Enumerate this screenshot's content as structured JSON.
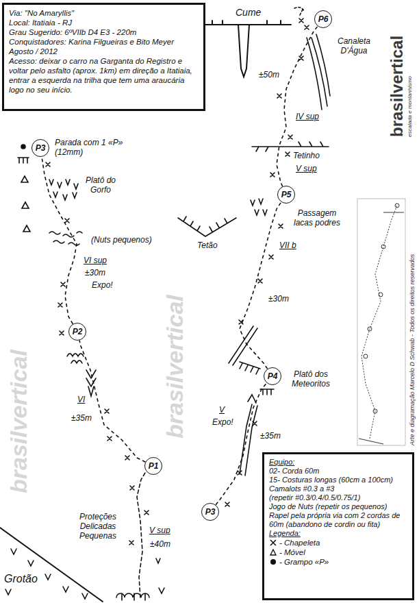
{
  "diagram": {
    "nodes": [
      {
        "text": [
          "Via: \"No Amaryllis\"",
          "Local: Itatiaia - RJ",
          "Grau Sugerido: 6ºVIIb D4 E3 - 220m",
          "Conquistadores: Karina Filgueiras e Bito Meyer",
          "Agosto / 2012",
          "Acesso: deixar o carro na Garganta do Registro e voltar pelo asfalto (aprox. 1km) em direção a Itatiaia, entrar a esquerda na trilha que tem uma araucária logo no seu início."
        ]
      },
      {
        "text": [
          "P1"
        ]
      },
      {
        "text": [
          "P2"
        ]
      },
      {
        "text": [
          "P3"
        ]
      },
      {
        "text": [
          "P3"
        ]
      },
      {
        "text": [
          "P4"
        ]
      },
      {
        "text": [
          "P5"
        ]
      },
      {
        "text": [
          "P6"
        ]
      },
      {
        "text": [
          "Equipo:",
          "02- Corda 60m",
          "15- Costuras longas (60cm a 100cm)",
          "Camalots #0.3 a #3",
          "(repetir #0.3/0.4/0.5/0.75/1)",
          "Jogo de Nuts (repetir os pequenos)",
          "Rapel pela própria via com 2 cordas de 60m (abandono de cordin ou fita)",
          "Legenda:"
        ]
      }
    ],
    "edges": [
      {
        "from": 1,
        "to": 2,
        "arrow": "none"
      },
      {
        "from": 2,
        "to": 3,
        "arrow": "none"
      },
      {
        "from": 4,
        "to": 5,
        "arrow": "none"
      },
      {
        "from": 5,
        "to": 6,
        "arrow": "none"
      },
      {
        "from": 6,
        "to": 7,
        "arrow": "none"
      }
    ],
    "labels": [
      "Parada com 1 «P» (12mm)",
      "Platô do Gorfo",
      "(Nuts pequenos)",
      "VI sup",
      "±30m",
      "Expo!",
      "VI",
      "±35m",
      "Proteções Delicadas Pequenas",
      "V sup",
      "±40m",
      "Grotão",
      "Cume",
      "Canaleta D'Água",
      "±50m",
      "IV sup",
      "Tetinho",
      "V sup",
      "Passagem lacas podres",
      "Tetão",
      "VII b",
      "±30m",
      "Platô dos Meteoritos",
      "V",
      "Expo!",
      "±35m",
      "brasilvertical",
      "escalada e montanhismo",
      "Arte e diagramação Marcelo D Schwab - Todos os direitos reservados",
      "brasilvertical",
      "brasilvertical"
    ],
    "legend": [
      {
        "text": "- Chapeleta"
      },
      {
        "text": "- Móvel"
      },
      {
        "text": "- Grampo «P»"
      }
    ]
  }
}
